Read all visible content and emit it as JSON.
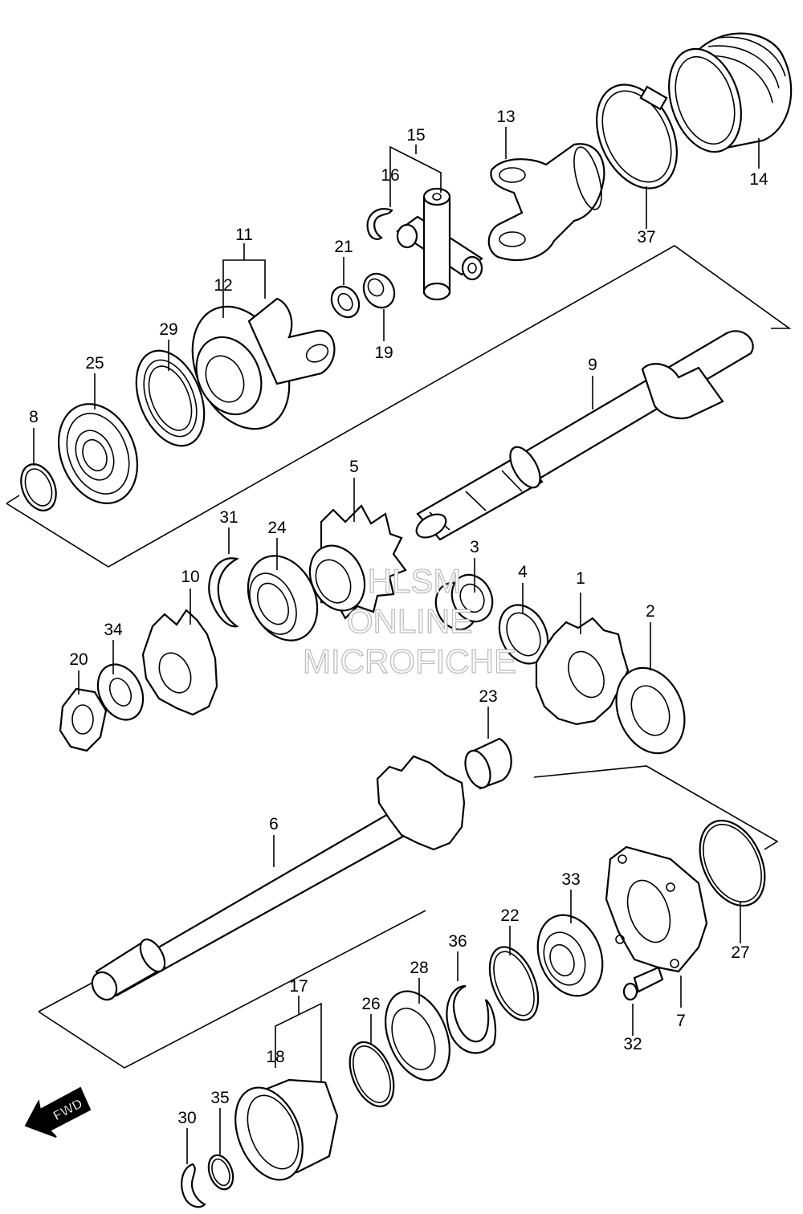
{
  "watermark": {
    "line1": "HLSM",
    "line2": "ONLINE",
    "line3": "MICROFICHE"
  },
  "fwd_label": "FWD",
  "callouts": {
    "p1": "1",
    "p2": "2",
    "p3": "3",
    "p4": "4",
    "p5": "5",
    "p6": "6",
    "p7": "7",
    "p8": "8",
    "p9": "9",
    "p10": "10",
    "p11": "11",
    "p12": "12",
    "p13": "13",
    "p14": "14",
    "p15": "15",
    "p16": "16",
    "p17": "17",
    "p18": "18",
    "p19": "19",
    "p20": "20",
    "p21": "21",
    "p22": "22",
    "p23": "23",
    "p24": "24",
    "p25": "25",
    "p26": "26",
    "p27": "27",
    "p28": "28",
    "p29": "29",
    "p30": "30",
    "p31": "31",
    "p32": "32",
    "p33": "33",
    "p34": "34",
    "p35": "35",
    "p36": "36",
    "p37": "37"
  }
}
